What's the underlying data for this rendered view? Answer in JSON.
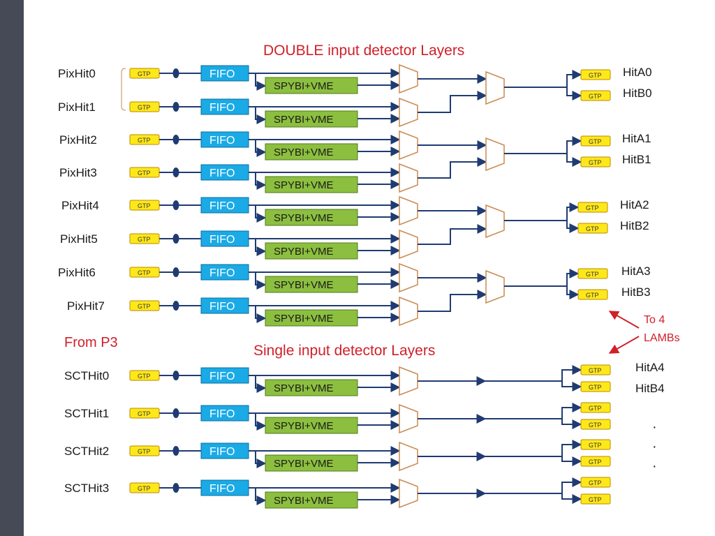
{
  "titles": {
    "double": "DOUBLE input detector Layers",
    "single": "Single input detector Layers",
    "from": "From P3",
    "to_line1": "To   4",
    "to_line2": "LAMBs"
  },
  "labels": {
    "gtp": "GTP",
    "fifo": "FIFO",
    "spy": "SPYBI+VME",
    "dots": [
      "·",
      "·",
      "·"
    ]
  },
  "colors": {
    "sidebar": "#464a56",
    "gtp": "#ffe81a",
    "fifo": "#1aaae6",
    "spybi": "#8cbf3f",
    "wire": "#1f3b72",
    "title_red": "#d0202a"
  },
  "pix_inputs": [
    "PixHit0",
    "PixHit1",
    "PixHit2",
    "PixHit3",
    "PixHit4",
    "PixHit5",
    "PixHit6",
    "PixHit7"
  ],
  "sct_inputs": [
    "SCTHit0",
    "SCTHit1",
    "SCTHit2",
    "SCTHit3"
  ],
  "pix_outputs": [
    [
      "HitA0",
      "HitB0"
    ],
    [
      "HitA1",
      "HitB1"
    ],
    [
      "HitA2",
      "HitB2"
    ],
    [
      "HitA3",
      "HitB3"
    ]
  ],
  "sct_outputs": [
    [
      "HitA4",
      "HitB4"
    ],
    [
      "",
      ""
    ],
    [
      "",
      ""
    ],
    [
      "",
      ""
    ]
  ]
}
